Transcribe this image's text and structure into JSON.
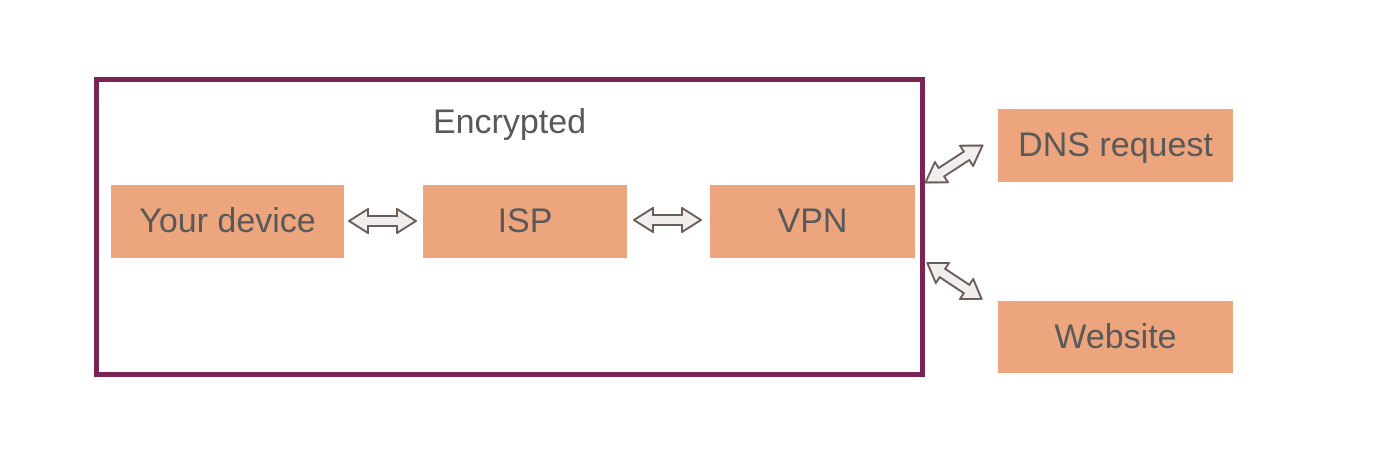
{
  "diagram": {
    "type": "vpn-encryption-flow",
    "encrypted_group": {
      "label": "Encrypted"
    },
    "nodes": {
      "your_device": {
        "label": "Your device"
      },
      "isp": {
        "label": "ISP"
      },
      "vpn": {
        "label": "VPN"
      },
      "dns_request": {
        "label": "DNS request"
      },
      "website": {
        "label": "Website"
      }
    },
    "connections": [
      {
        "from": "Your device",
        "to": "ISP",
        "style": "double-arrow",
        "direction": "horizontal"
      },
      {
        "from": "ISP",
        "to": "VPN",
        "style": "double-arrow",
        "direction": "horizontal"
      },
      {
        "from": "VPN",
        "to": "DNS request",
        "style": "double-arrow",
        "direction": "diagonal-up"
      },
      {
        "from": "VPN",
        "to": "Website",
        "style": "double-arrow",
        "direction": "diagonal-down"
      }
    ],
    "colors": {
      "background": "#FFFFFF",
      "node_fill": "#EDA57D",
      "node_text": "#595959",
      "encrypted_border": "#7C2355",
      "arrow_fill": "#F1EFED",
      "arrow_stroke": "#6A5C58"
    }
  }
}
